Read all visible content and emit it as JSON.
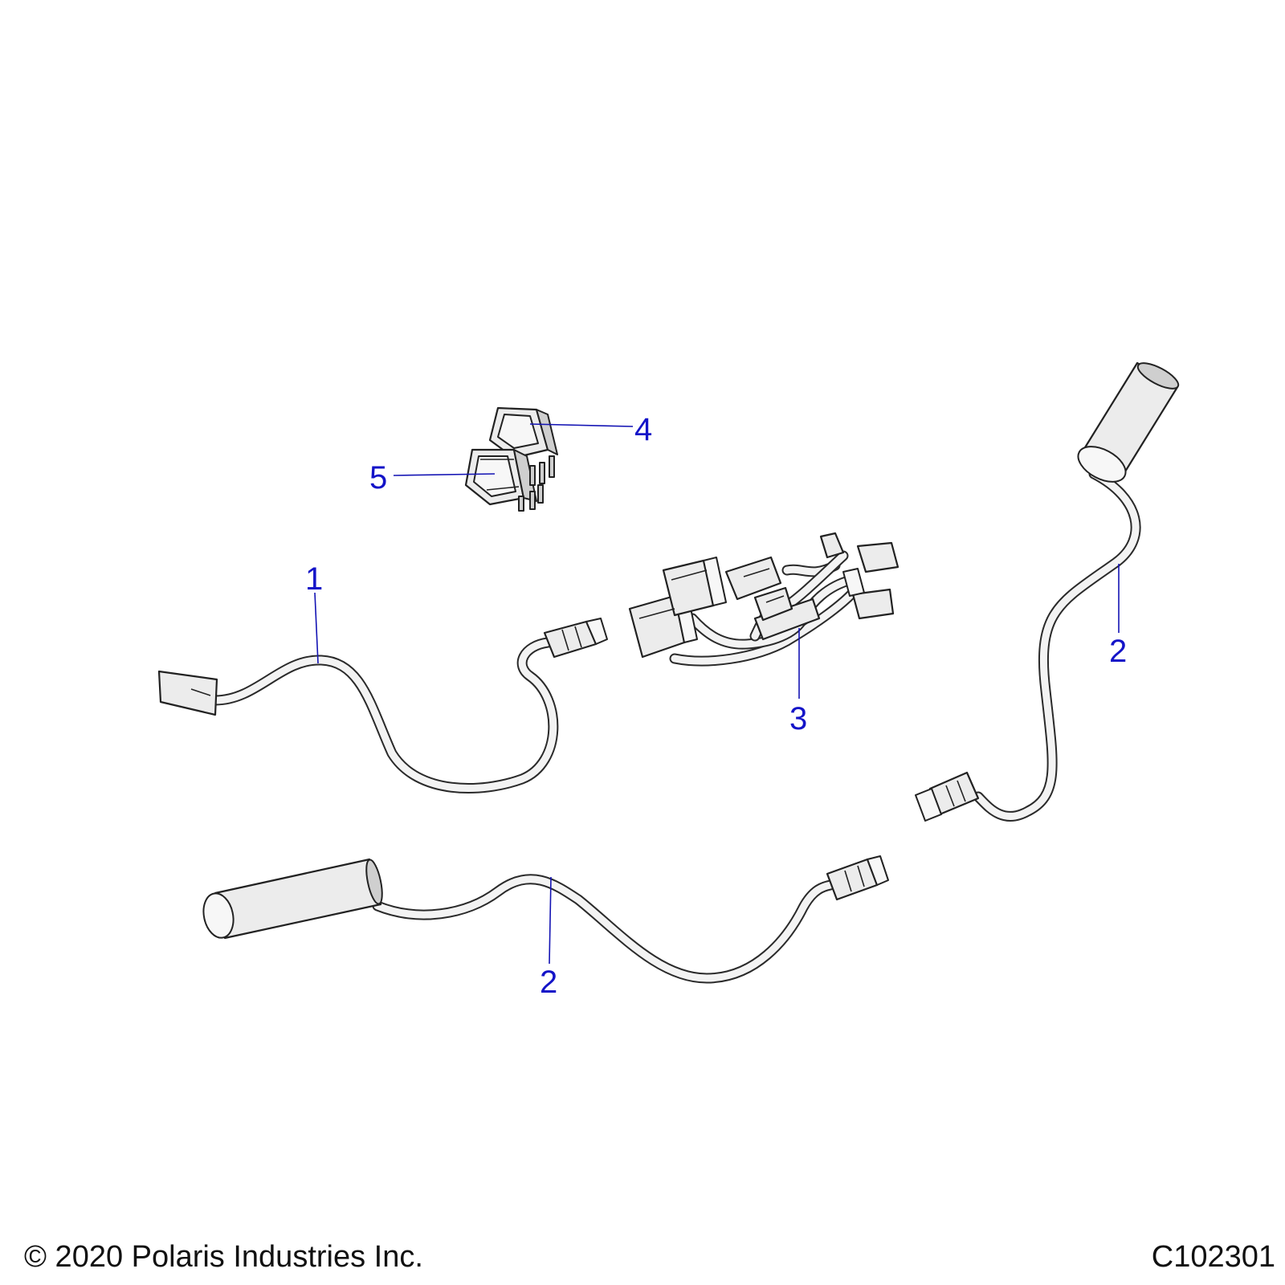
{
  "callouts": {
    "c1": "1",
    "c2a": "2",
    "c2b": "2",
    "c3": "3",
    "c4": "4",
    "c5": "5"
  },
  "footer": {
    "copyright": "© 2020 Polaris Industries Inc.",
    "figure_id": "C102301"
  },
  "colors": {
    "callout": "#1414c8",
    "line": "#222222",
    "part_fill": "#ececec"
  }
}
